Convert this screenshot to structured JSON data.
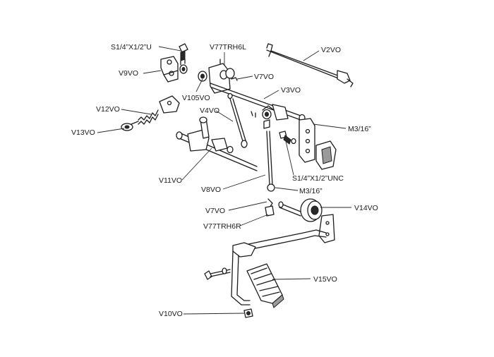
{
  "labels": {
    "s14x12u": "S1/4”X1/2”U",
    "v77trh6l": "V77TRH6L",
    "v2vo": "V2VO",
    "v9vo": "V9VO",
    "v7vo_top": "V7VO",
    "v105vo": "V105VO",
    "v3vo": "V3VO",
    "v12vo": "V12VO",
    "v4vo": "V4VO",
    "m316_top": "M3/16”",
    "v13vo": "V13VO",
    "s14x12unc": "S1/4”X1/2”UNC",
    "v11vo": "V11VO",
    "v8vo": "V8VO",
    "m316_mid": "M3/16”",
    "v14vo": "V14VO",
    "v7vo_bottom": "V7VO",
    "v77trh6r": "V77TRH6R",
    "v15vo": "V15VO",
    "v10vo": "V10VO"
  }
}
